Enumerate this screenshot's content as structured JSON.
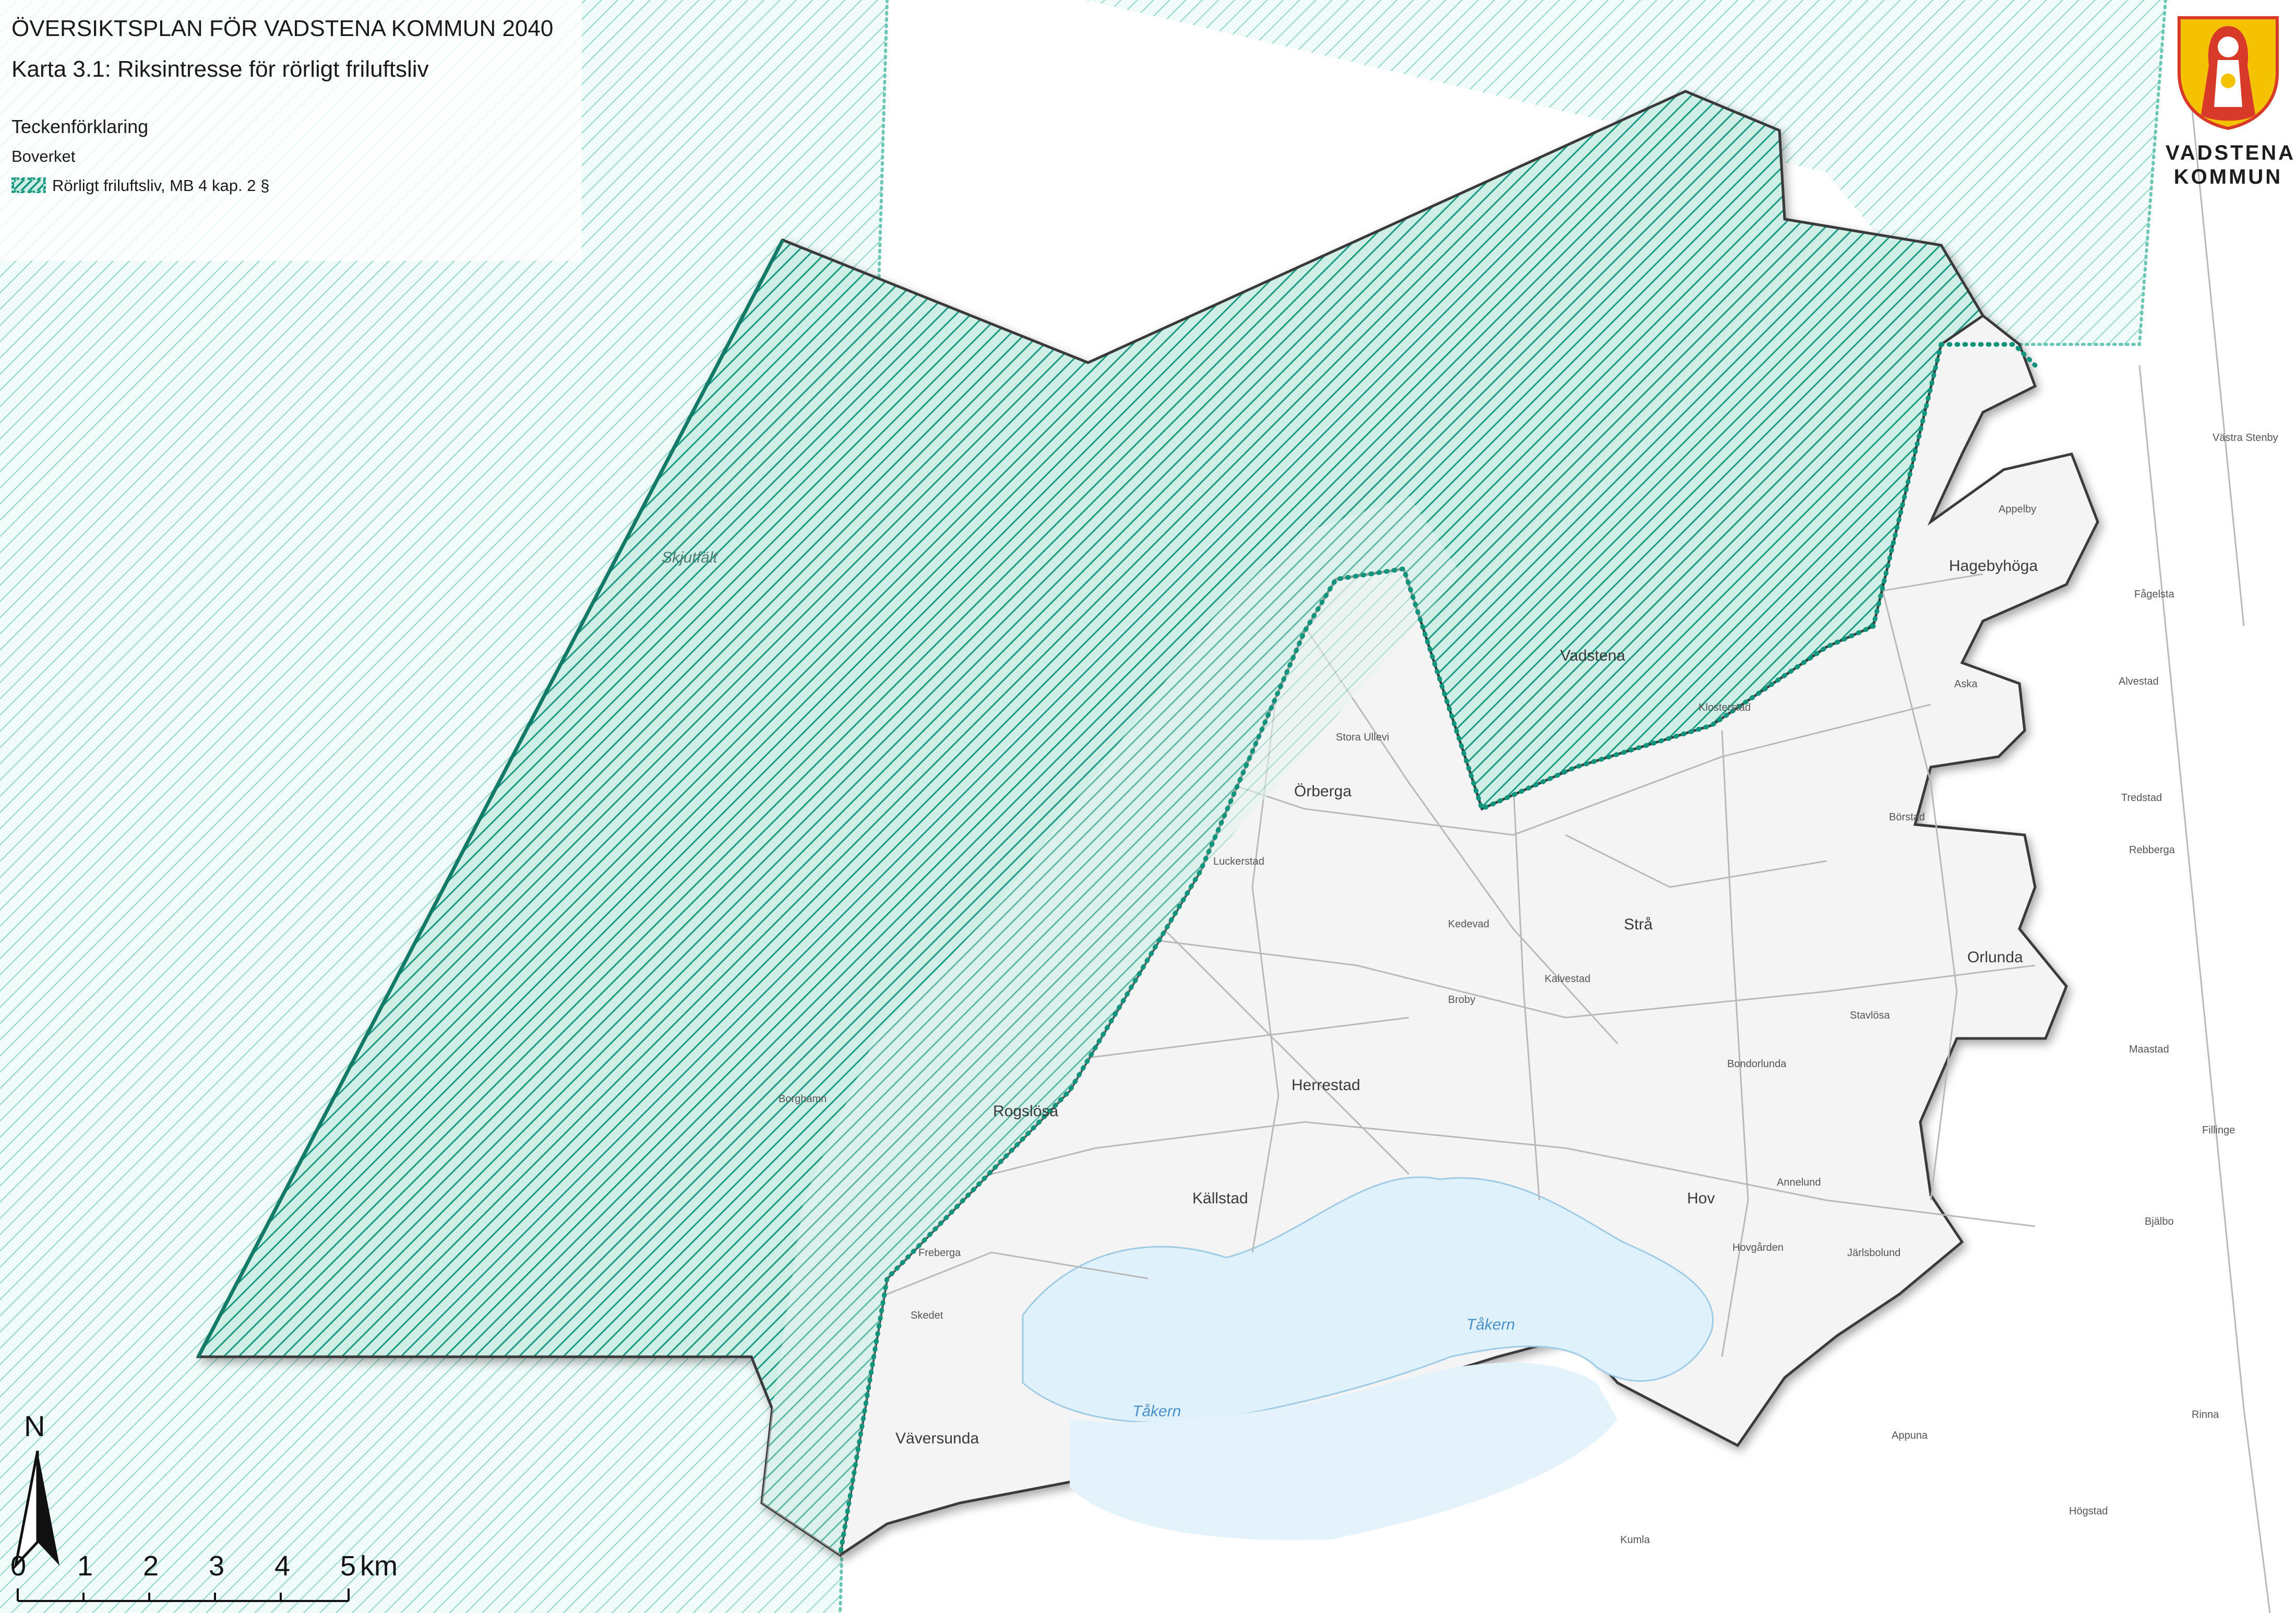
{
  "header": {
    "title": "ÖVERSIKTSPLAN FÖR VADSTENA KOMMUN 2040",
    "subtitle": "Karta 3.1: Riksintresse för rörligt friluftsliv"
  },
  "legend": {
    "heading": "Teckenförklaring",
    "source": "Boverket",
    "entry_label": "Rörligt friluftsliv, MB 4 kap. 2 §",
    "symbol_icon": "hatched-area-dotted-border-icon"
  },
  "logo": {
    "line1": "VADSTENA",
    "line2": "KOMMUN",
    "icon": "coat-of-arms-icon"
  },
  "colors": {
    "hatch": "#1b9a83",
    "hatch_fill": "#cfeee6",
    "hatch_strong": "#5fbfac",
    "outer_zone": "#a9dfd6",
    "lake": "#dff1fb",
    "land": "#f4f4f4",
    "boundary": "#3a3a3a",
    "roads": "#b9b9b9"
  },
  "place_names": {
    "skjutfalt": "Skjutfält",
    "vadstena": "Vadstena",
    "hagebyhoga": "Hagebyhöga",
    "orberga": "Örberga",
    "stra": "Strå",
    "rogslosa": "Rogslösa",
    "herrestad": "Herrestad",
    "kallstad": "Källstad",
    "hov": "Hov",
    "orlunda": "Orlunda",
    "vaversunda": "Väversunda",
    "takern_1": "Tåkern",
    "takern_2": "Tåkern",
    "borghamn": "Borghamn",
    "stora_ullevi": "Stora Ullevi",
    "appelby": "Appelby",
    "aska": "Aska",
    "borstad": "Börstad",
    "stavlosa": "Stavlösa",
    "bondorlunda": "Bondorlunda",
    "annelund": "Annelund",
    "hovgarden": "Hovgården",
    "jarlsbolund": "Järlsbolund",
    "broby": "Broby",
    "kedevad": "Kedevad",
    "kalvestad": "Kalvestad",
    "klosterstad": "Klosterstad",
    "luckerstad": "Luckerstad",
    "freberga": "Freberga",
    "skedet": "Skedet",
    "fagelsta": "Fågelsta",
    "vastra_stenby": "Västra Stenby",
    "appuna": "Appuna",
    "hogstad": "Högstad",
    "kumla": "Kumla",
    "alvestad": "Alvestad",
    "bjalbo": "Bjälbo",
    "rinna": "Rinna",
    "fillinge": "Fillinge",
    "rebbe": "Rebberga",
    "trelerstad": "Tredstad",
    "maastad": "Maastad"
  },
  "north_arrow": {
    "label": "N",
    "icon": "north-arrow-icon"
  },
  "scalebar": {
    "ticks": [
      "0",
      "1",
      "2",
      "3",
      "4",
      "5"
    ],
    "unit": "km"
  }
}
